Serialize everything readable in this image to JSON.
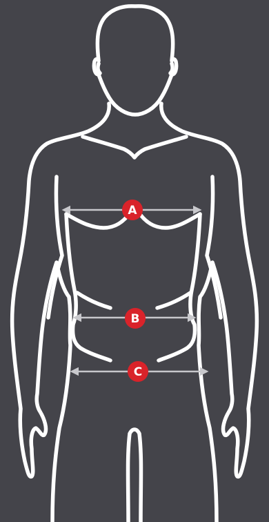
{
  "colors": {
    "background": "#44444a",
    "outline": "#ffffff",
    "arrow": "#c8c8cc",
    "badge": "#d9232a",
    "badge_text": "#ffffff"
  },
  "measurements": [
    {
      "id": "chest",
      "label": "A"
    },
    {
      "id": "waist",
      "label": "B"
    },
    {
      "id": "hips",
      "label": "C"
    }
  ]
}
